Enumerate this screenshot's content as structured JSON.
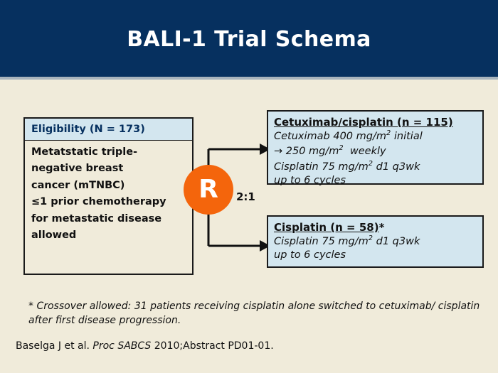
{
  "header": {
    "title": "BALI-1 Trial Schema"
  },
  "eligibility": {
    "header": "Eligibility (N = 173)",
    "criteria": [
      "Metatstatic triple-",
      "negative breast",
      "cancer (mTNBC)",
      "≤1 prior chemotherapy",
      "for metastatic disease",
      "allowed"
    ]
  },
  "randomization": {
    "label": "R",
    "ratio": "2:1"
  },
  "arms": [
    {
      "title": "Cetuximab/cisplatin (n = 115)",
      "title_suffix": "",
      "lines": [
        "Cetuximab 400 mg/m² initial",
        "→ 250 mg/m²  weekly",
        "Cisplatin 75 mg/m² d1 q3wk",
        "up to 6 cycles"
      ]
    },
    {
      "title": "Cisplatin (n = 58)",
      "title_suffix": "*",
      "lines": [
        "Cisplatin 75 mg/m² d1 q3wk",
        "up to 6 cycles"
      ]
    }
  ],
  "footnote": "* Crossover allowed: 31 patients receiving cisplatin alone switched to cetuximab/ cisplatin after first disease progression.",
  "citation": {
    "authors": "Baselga J et al.",
    "source": "Proc SABCS",
    "reference": "2010;Abstract PD01-01."
  },
  "colors": {
    "header_navy": "#06305f",
    "background_cream": "#f0ebda",
    "box_blue": "#d3e6ef",
    "randomize_orange": "#f4650c"
  }
}
